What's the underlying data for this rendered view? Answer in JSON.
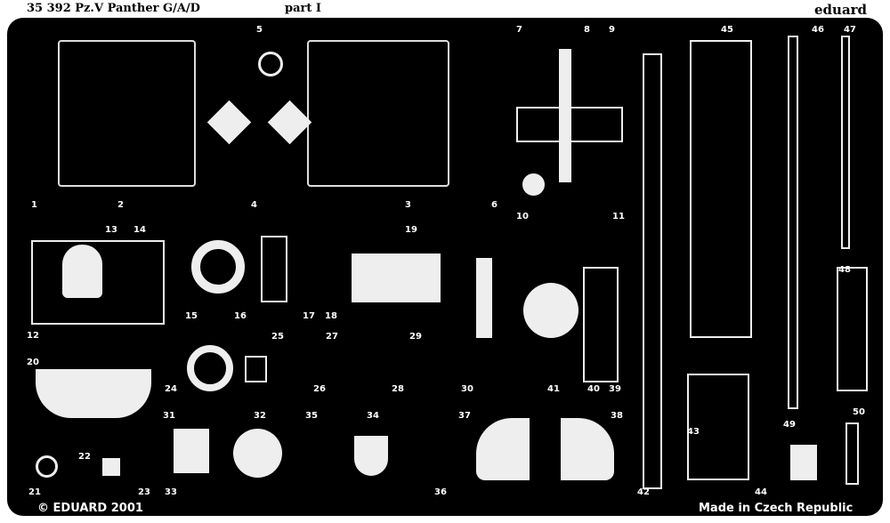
{
  "header": {
    "title": "35 392 Pz.V Panther G/A/D",
    "part": "part I",
    "brand": "eduard"
  },
  "footer": {
    "copyright": "© EDUARD 2001",
    "origin": "Made in Czech Republic"
  },
  "part_numbers": [
    "1",
    "2",
    "3",
    "4",
    "5",
    "6",
    "7",
    "8",
    "9",
    "10",
    "11",
    "12",
    "13",
    "14",
    "15",
    "16",
    "17",
    "18",
    "19",
    "20",
    "21",
    "22",
    "23",
    "24",
    "25",
    "26",
    "27",
    "28",
    "29",
    "30",
    "31",
    "32",
    "33",
    "34",
    "35",
    "36",
    "37",
    "38",
    "39",
    "40",
    "41",
    "42",
    "43",
    "44",
    "45",
    "46",
    "47",
    "48",
    "49",
    "50"
  ]
}
